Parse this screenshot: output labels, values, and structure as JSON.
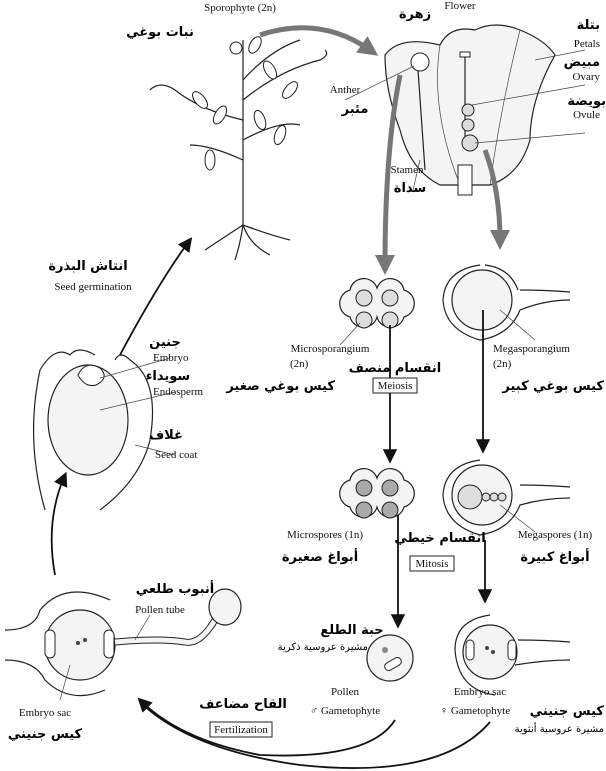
{
  "sporophyte": {
    "en": "Sporophyte (2n)",
    "ar": "نبات بوغي"
  },
  "flower": {
    "en": "Flower",
    "ar": "زهرة",
    "petals": {
      "en": "Petals",
      "ar": "بتلة"
    },
    "ovary": {
      "en": "Ovary",
      "ar": "مبيض"
    },
    "ovule": {
      "en": "Ovule",
      "ar": "بويضة"
    },
    "anther": {
      "en": "Anther",
      "ar": "مئبر"
    },
    "stamen": {
      "en": "Stamen",
      "ar": "سداة"
    }
  },
  "germination": {
    "en": "Seed germination",
    "ar": "انتاش البذرة"
  },
  "seed": {
    "embryo": {
      "en": "Embryo",
      "ar": "جنين"
    },
    "endosperm": {
      "en": "Endosperm",
      "ar": "سويداء"
    },
    "seed_coat": {
      "en": "Seed coat",
      "ar": "غلاف"
    }
  },
  "microsporangium": {
    "en": "Microsporangium",
    "ploidy": "(2n)",
    "ar": "كيس بوغي صغير"
  },
  "megasporangium": {
    "en": "Megasporangium",
    "ploidy": "(2n)",
    "ar": "كيس بوغي كبير"
  },
  "meiosis": {
    "en": "Meiosis",
    "ar": "انقسام منصف"
  },
  "microspores": {
    "en": "Microspores (1n)",
    "ar": "أبواغ صغيرة"
  },
  "megaspores": {
    "en": "Megaspores (1n)",
    "ar": "أبواغ كبيرة"
  },
  "mitosis": {
    "en": "Mitosis",
    "ar": "انقسام خيطي"
  },
  "pollen_tube": {
    "en": "Pollen tube",
    "ar": "أنبوب طلعي"
  },
  "pollen": {
    "en": "Pollen",
    "gametophyte": "♂ Gametophyte",
    "ar": "حبة الطلع",
    "ar_sub": "مشيرة عروسية ذكرية"
  },
  "embryo_sac_female": {
    "en": "Embryo sac",
    "gametophyte": "♀ Gametophyte",
    "ar": "كيس جنيني",
    "ar_sub": "مشيرة عروسية أنثوية"
  },
  "embryo_sac_left": {
    "en": "Embryo sac",
    "ar": "كيس جنيني"
  },
  "fertilization": {
    "en": "Fertilization",
    "ar": "القاح مضاعف"
  }
}
